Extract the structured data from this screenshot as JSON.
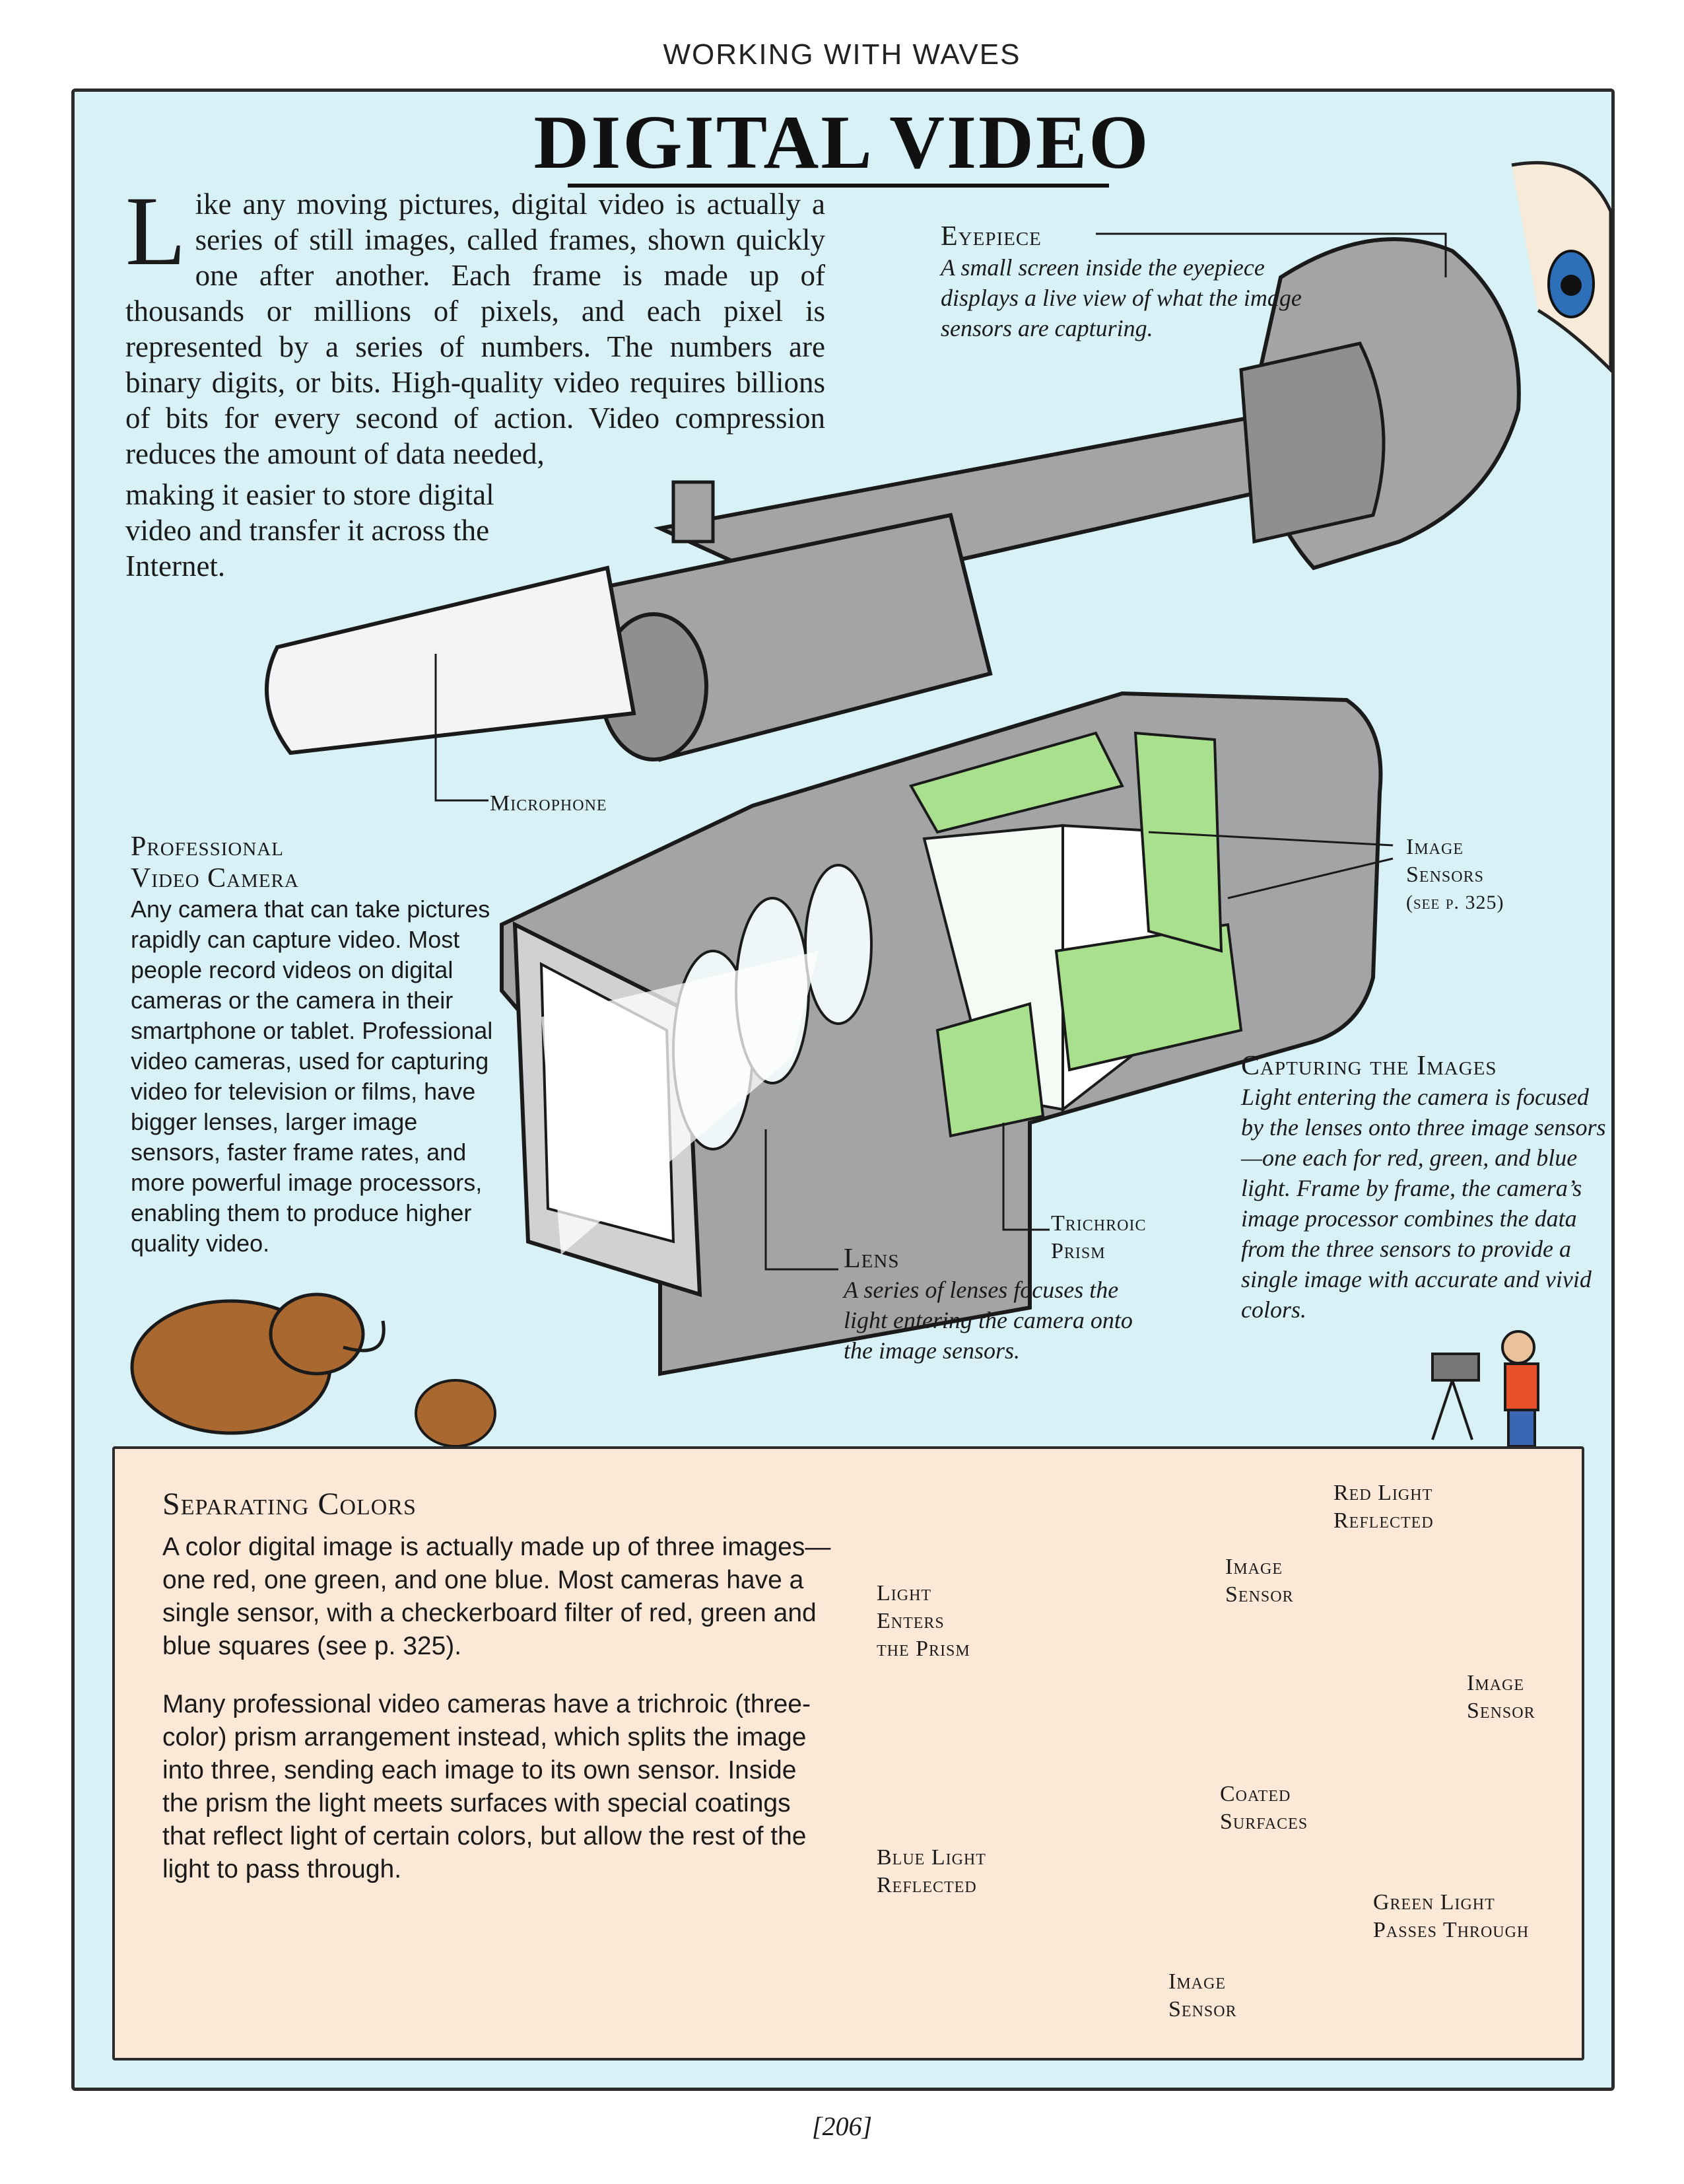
{
  "running_head": "WORKING WITH WAVES",
  "title": "DIGITAL VIDEO",
  "intro": {
    "dropcap": "L",
    "text": "ike any moving pictures, digital video is actually a series of still images, called frames, shown quickly one after another. Each frame is made up of thousands or millions of pixels, and each pixel is represented by a series of numbers. The numbers are binary digits, or bits. High-quality video requires billions of bits for every second of action. Video compression reduces the amount of data needed,",
    "tail": "making it easier to store digital video and transfer it across the Internet."
  },
  "eyepiece": {
    "heading": "Eyepiece",
    "text": "A small screen inside the eyepiece displays a live view of what the image sensors are capturing."
  },
  "labels": {
    "microphone": "Microphone",
    "image_sensors_1": "Image",
    "image_sensors_2": "Sensors",
    "image_sensors_3": "(see p. 325)",
    "trichroic_1": "Trichroic",
    "trichroic_2": "Prism"
  },
  "pro_camera": {
    "heading_1": "Professional",
    "heading_2": "Video Camera",
    "text": "Any camera that can take pictures rapidly can capture video. Most people record videos on digital cameras or the camera in their smartphone or tablet. Professional video cameras, used for capturing video for television or films, have bigger lenses, larger image sensors, faster frame rates, and more powerful image processors, enabling them to produce higher quality video."
  },
  "capturing": {
    "heading": "Capturing the Images",
    "text": "Light entering the camera is focused by the lenses onto three image sensors—one each for red, green, and blue light. Frame by frame, the camera’s image processor combines the data from the three sensors to provide a single image with accurate and vivid colors."
  },
  "lens": {
    "heading": "Lens",
    "text": "A series of lenses focuses the light entering the camera onto the image sensors."
  },
  "separating": {
    "heading": "Separating Colors",
    "p1": "A color digital image is actually made up of three images—one red, one green, and one blue. Most cameras have a single sensor, with a checkerboard filter of red, green and blue squares (see p. 325).",
    "p2": "Many professional video cameras have a trichroic (three-color) prism arrangement instead, which splits the image into three, sending each image to its own sensor. Inside the prism the light meets surfaces with special coatings that reflect light of certain colors, but allow the rest of the light to pass through."
  },
  "prism_labels": {
    "red_1": "Red Light",
    "red_2": "Reflected",
    "img_top_1": "Image",
    "img_top_2": "Sensor",
    "light_1": "Light",
    "light_2": "Enters",
    "light_3": "the Prism",
    "img_right_1": "Image",
    "img_right_2": "Sensor",
    "coated_1": "Coated",
    "coated_2": "Surfaces",
    "blue_1": "Blue Light",
    "blue_2": "Reflected",
    "green_1": "Green Light",
    "green_2": "Passes Through",
    "img_bottom_1": "Image",
    "img_bottom_2": "Sensor"
  },
  "page_number": "[206]",
  "colors": {
    "page_bg": "#d7f1f6",
    "panel_bg": "#fce8d6",
    "camera_grey": "#a3a4a6",
    "circuit_green": "#a9e08e",
    "red_light": "#f2323c",
    "green_light": "#2fd12f",
    "blue_light": "#3b82e0"
  }
}
